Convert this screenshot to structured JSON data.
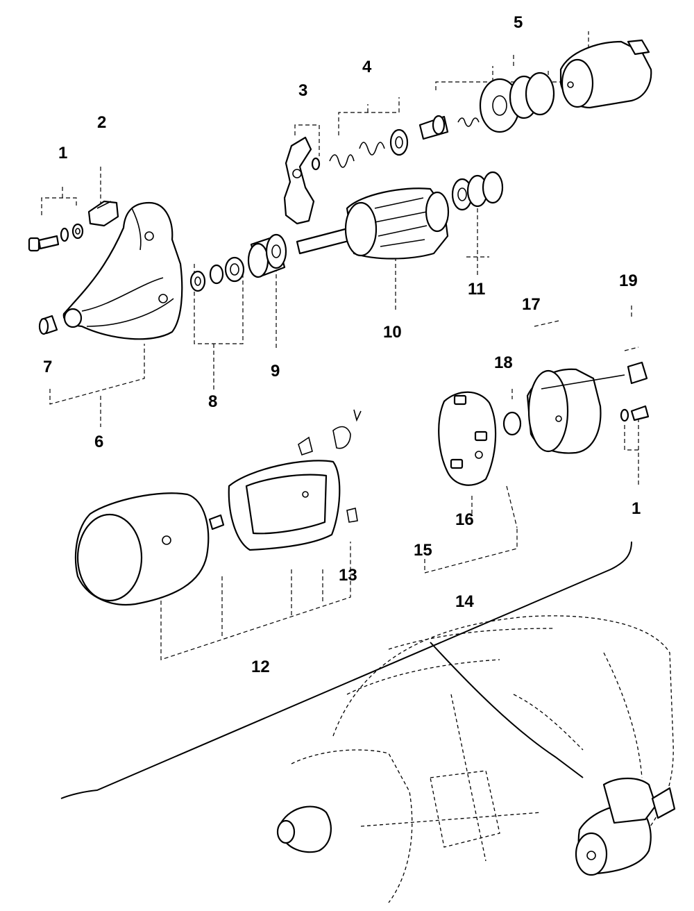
{
  "diagram": {
    "callouts": [
      "1",
      "2",
      "3",
      "4",
      "5",
      "6",
      "7",
      "8",
      "9",
      "10",
      "11",
      "12",
      "13",
      "14",
      "15",
      "16",
      "17",
      "18",
      "19",
      "1"
    ]
  }
}
